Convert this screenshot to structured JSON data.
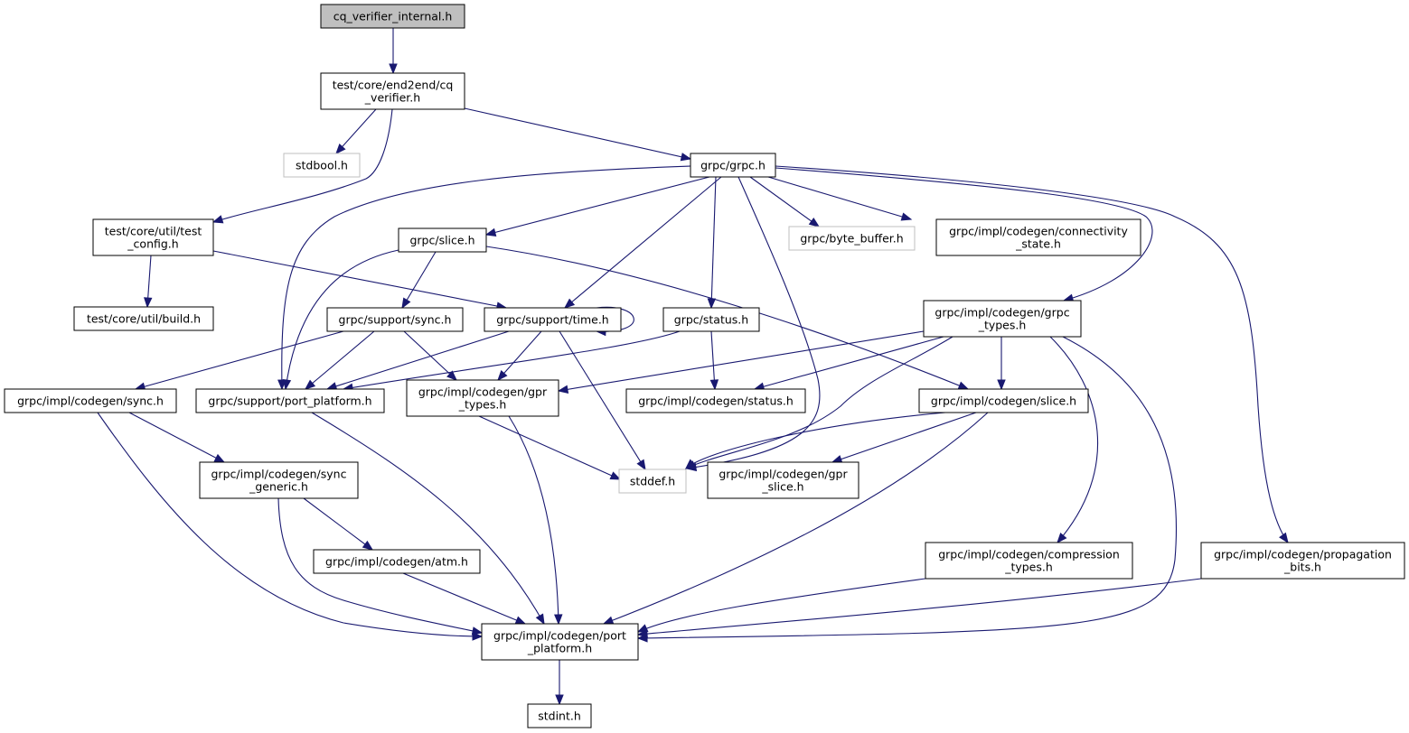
{
  "diagram": {
    "type": "include-dependency-graph",
    "edge_color": "#191970",
    "node_border_color": "#000000",
    "external_node_border_color": "#bfbfbf",
    "root_fill_color": "#bfbfbf",
    "nodes": [
      {
        "id": "root",
        "lines": [
          "cq_verifier_internal.h"
        ],
        "kind": "root"
      },
      {
        "id": "cqv",
        "lines": [
          "test/core/end2end/cq",
          "_verifier.h"
        ],
        "kind": "normal"
      },
      {
        "id": "stdbool",
        "lines": [
          "stdbool.h"
        ],
        "kind": "external"
      },
      {
        "id": "grpc",
        "lines": [
          "grpc/grpc.h"
        ],
        "kind": "normal"
      },
      {
        "id": "testcfg",
        "lines": [
          "test/core/util/test",
          "_config.h"
        ],
        "kind": "normal"
      },
      {
        "id": "slice",
        "lines": [
          "grpc/slice.h"
        ],
        "kind": "normal"
      },
      {
        "id": "bytebuf",
        "lines": [
          "grpc/byte_buffer.h"
        ],
        "kind": "external"
      },
      {
        "id": "connstate",
        "lines": [
          "grpc/impl/codegen/connectivity",
          "_state.h"
        ],
        "kind": "normal"
      },
      {
        "id": "build",
        "lines": [
          "test/core/util/build.h"
        ],
        "kind": "normal"
      },
      {
        "id": "sync",
        "lines": [
          "grpc/support/sync.h"
        ],
        "kind": "normal"
      },
      {
        "id": "time",
        "lines": [
          "grpc/support/time.h"
        ],
        "kind": "normal"
      },
      {
        "id": "status",
        "lines": [
          "grpc/status.h"
        ],
        "kind": "normal"
      },
      {
        "id": "grpctypes",
        "lines": [
          "grpc/impl/codegen/grpc",
          "_types.h"
        ],
        "kind": "normal"
      },
      {
        "id": "cgsync",
        "lines": [
          "grpc/impl/codegen/sync.h"
        ],
        "kind": "normal"
      },
      {
        "id": "portplat",
        "lines": [
          "grpc/support/port_platform.h"
        ],
        "kind": "normal"
      },
      {
        "id": "gprtypes",
        "lines": [
          "grpc/impl/codegen/gpr",
          "_types.h"
        ],
        "kind": "normal"
      },
      {
        "id": "cgstatus",
        "lines": [
          "grpc/impl/codegen/status.h"
        ],
        "kind": "normal"
      },
      {
        "id": "cgslice",
        "lines": [
          "grpc/impl/codegen/slice.h"
        ],
        "kind": "normal"
      },
      {
        "id": "syncgen",
        "lines": [
          "grpc/impl/codegen/sync",
          "_generic.h"
        ],
        "kind": "normal"
      },
      {
        "id": "stddef",
        "lines": [
          "stddef.h"
        ],
        "kind": "external"
      },
      {
        "id": "gprslice",
        "lines": [
          "grpc/impl/codegen/gpr",
          "_slice.h"
        ],
        "kind": "normal"
      },
      {
        "id": "atm",
        "lines": [
          "grpc/impl/codegen/atm.h"
        ],
        "kind": "normal"
      },
      {
        "id": "comptypes",
        "lines": [
          "grpc/impl/codegen/compression",
          "_types.h"
        ],
        "kind": "normal"
      },
      {
        "id": "propbits",
        "lines": [
          "grpc/impl/codegen/propagation",
          "_bits.h"
        ],
        "kind": "normal"
      },
      {
        "id": "cgport",
        "lines": [
          "grpc/impl/codegen/port",
          "_platform.h"
        ],
        "kind": "normal"
      },
      {
        "id": "stdint",
        "lines": [
          "stdint.h"
        ],
        "kind": "normal"
      }
    ],
    "edges": [
      [
        "root",
        "cqv"
      ],
      [
        "cqv",
        "stdbool"
      ],
      [
        "cqv",
        "grpc"
      ],
      [
        "cqv",
        "testcfg"
      ],
      [
        "grpc",
        "portplat"
      ],
      [
        "grpc",
        "slice"
      ],
      [
        "grpc",
        "time"
      ],
      [
        "grpc",
        "status"
      ],
      [
        "grpc",
        "stddef"
      ],
      [
        "grpc",
        "bytebuf"
      ],
      [
        "grpc",
        "connstate"
      ],
      [
        "grpc",
        "grpctypes"
      ],
      [
        "grpc",
        "propbits"
      ],
      [
        "testcfg",
        "build"
      ],
      [
        "testcfg",
        "time"
      ],
      [
        "slice",
        "sync"
      ],
      [
        "slice",
        "portplat"
      ],
      [
        "slice",
        "cgslice"
      ],
      [
        "sync",
        "cgsync"
      ],
      [
        "sync",
        "portplat"
      ],
      [
        "sync",
        "gprtypes"
      ],
      [
        "time",
        "time"
      ],
      [
        "time",
        "portplat"
      ],
      [
        "time",
        "gprtypes"
      ],
      [
        "time",
        "stddef"
      ],
      [
        "status",
        "portplat"
      ],
      [
        "status",
        "cgstatus"
      ],
      [
        "grpctypes",
        "gprtypes"
      ],
      [
        "grpctypes",
        "cgstatus"
      ],
      [
        "grpctypes",
        "stddef"
      ],
      [
        "grpctypes",
        "cgslice"
      ],
      [
        "grpctypes",
        "comptypes"
      ],
      [
        "grpctypes",
        "cgport"
      ],
      [
        "cgsync",
        "syncgen"
      ],
      [
        "cgsync",
        "cgport"
      ],
      [
        "portplat",
        "cgport"
      ],
      [
        "gprtypes",
        "stddef"
      ],
      [
        "gprtypes",
        "cgport"
      ],
      [
        "cgslice",
        "stddef"
      ],
      [
        "cgslice",
        "gprslice"
      ],
      [
        "cgslice",
        "cgport"
      ],
      [
        "syncgen",
        "atm"
      ],
      [
        "syncgen",
        "cgport"
      ],
      [
        "atm",
        "cgport"
      ],
      [
        "comptypes",
        "cgport"
      ],
      [
        "propbits",
        "cgport"
      ],
      [
        "cgport",
        "stdint"
      ]
    ]
  }
}
